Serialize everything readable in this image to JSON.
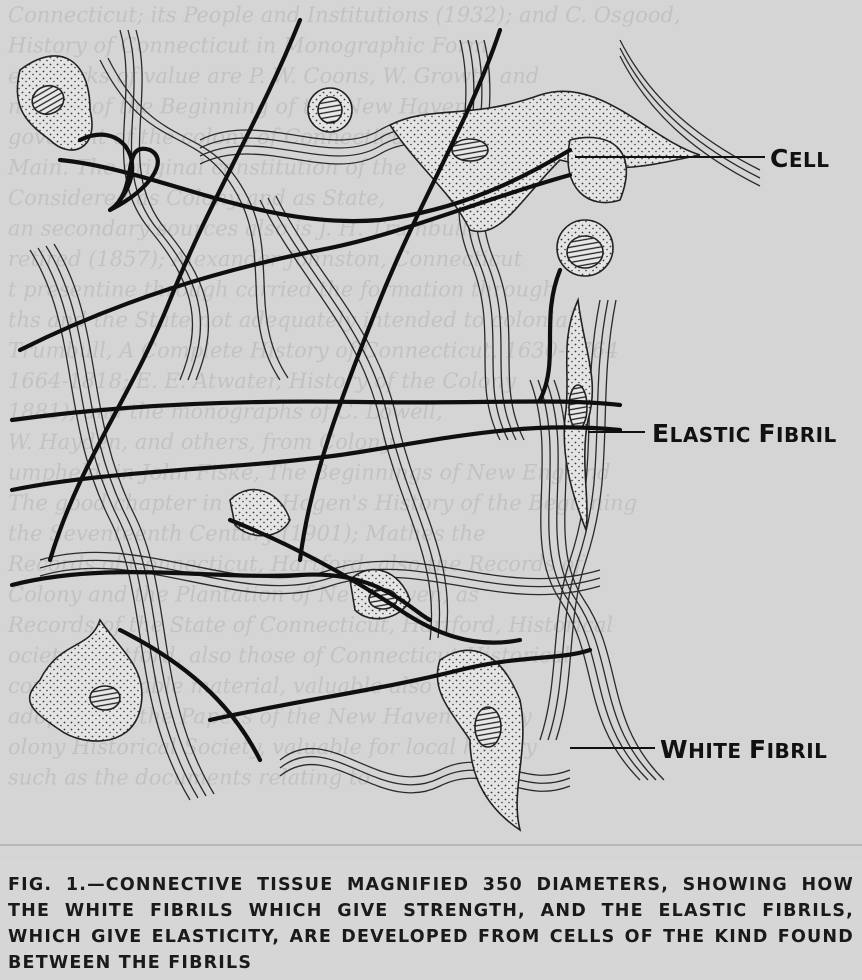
{
  "figure": {
    "labels": {
      "cell": {
        "first": "C",
        "rest": "ELL"
      },
      "elastic_fibril": {
        "first": "E",
        "rest": "LASTIC ",
        "first2": "F",
        "rest2": "IBRIL"
      },
      "white_fibril": {
        "first": "W",
        "rest": "HITE ",
        "first2": "F",
        "rest2": "IBRIL"
      }
    },
    "bleed_through_text": [
      "Connecticut; its People and Institutions (1932); and C. Osgood,",
      "History of Connecticut in Monographic Form,",
      "ert works of value are P. W. Coons, W. Growth and",
      "ndence of the Beginning of the New Haven",
      "govenant of the colony of Connecticut, town and",
      "Main. The original constitution of the",
      "Considered as Colony and as State,",
      "an secondary sources also is J. H. Trumbull,",
      "retired (1857); Alexander Johnston, Connecticut",
      "t presentine through carried the formation through",
      "ths and the State not adequately intended to colonial",
      "Trumbull, A Complete History of Connecticut, 1630-1764",
      "1664-1818; E. E. Atwater, History of the Colony",
      "1881); and the monographs of C. Lowell,",
      "W. Hayden, and others, from Colony",
      "umpheld, in John Fiske, The Beginnings of New England",
      "The good chapter in F. L. Hogen's History of the Beginning",
      "the Seventeenth Century (1901); Mathes the",
      "Records of Connecticut, Hartford; also the Records of",
      "Colony and the Plantation of New Haven, as",
      "Records of the State of Connecticut, Hartford, Historical",
      "ociety, Hartford, also those of Connecticut Historical",
      "contain valuable material, valuable also as",
      "adopts; and the Papers of the New Haven Colony",
      "olony Historical Society, valuable for local history",
      "such as the documents relating to"
    ]
  },
  "caption": "Fig. 1.—Connective tissue magnified 350 diameters, showing how the white fibrils which give strength, and the elastic fibrils, which give elasticity, are developed from cells of the kind found between the fibrils"
}
